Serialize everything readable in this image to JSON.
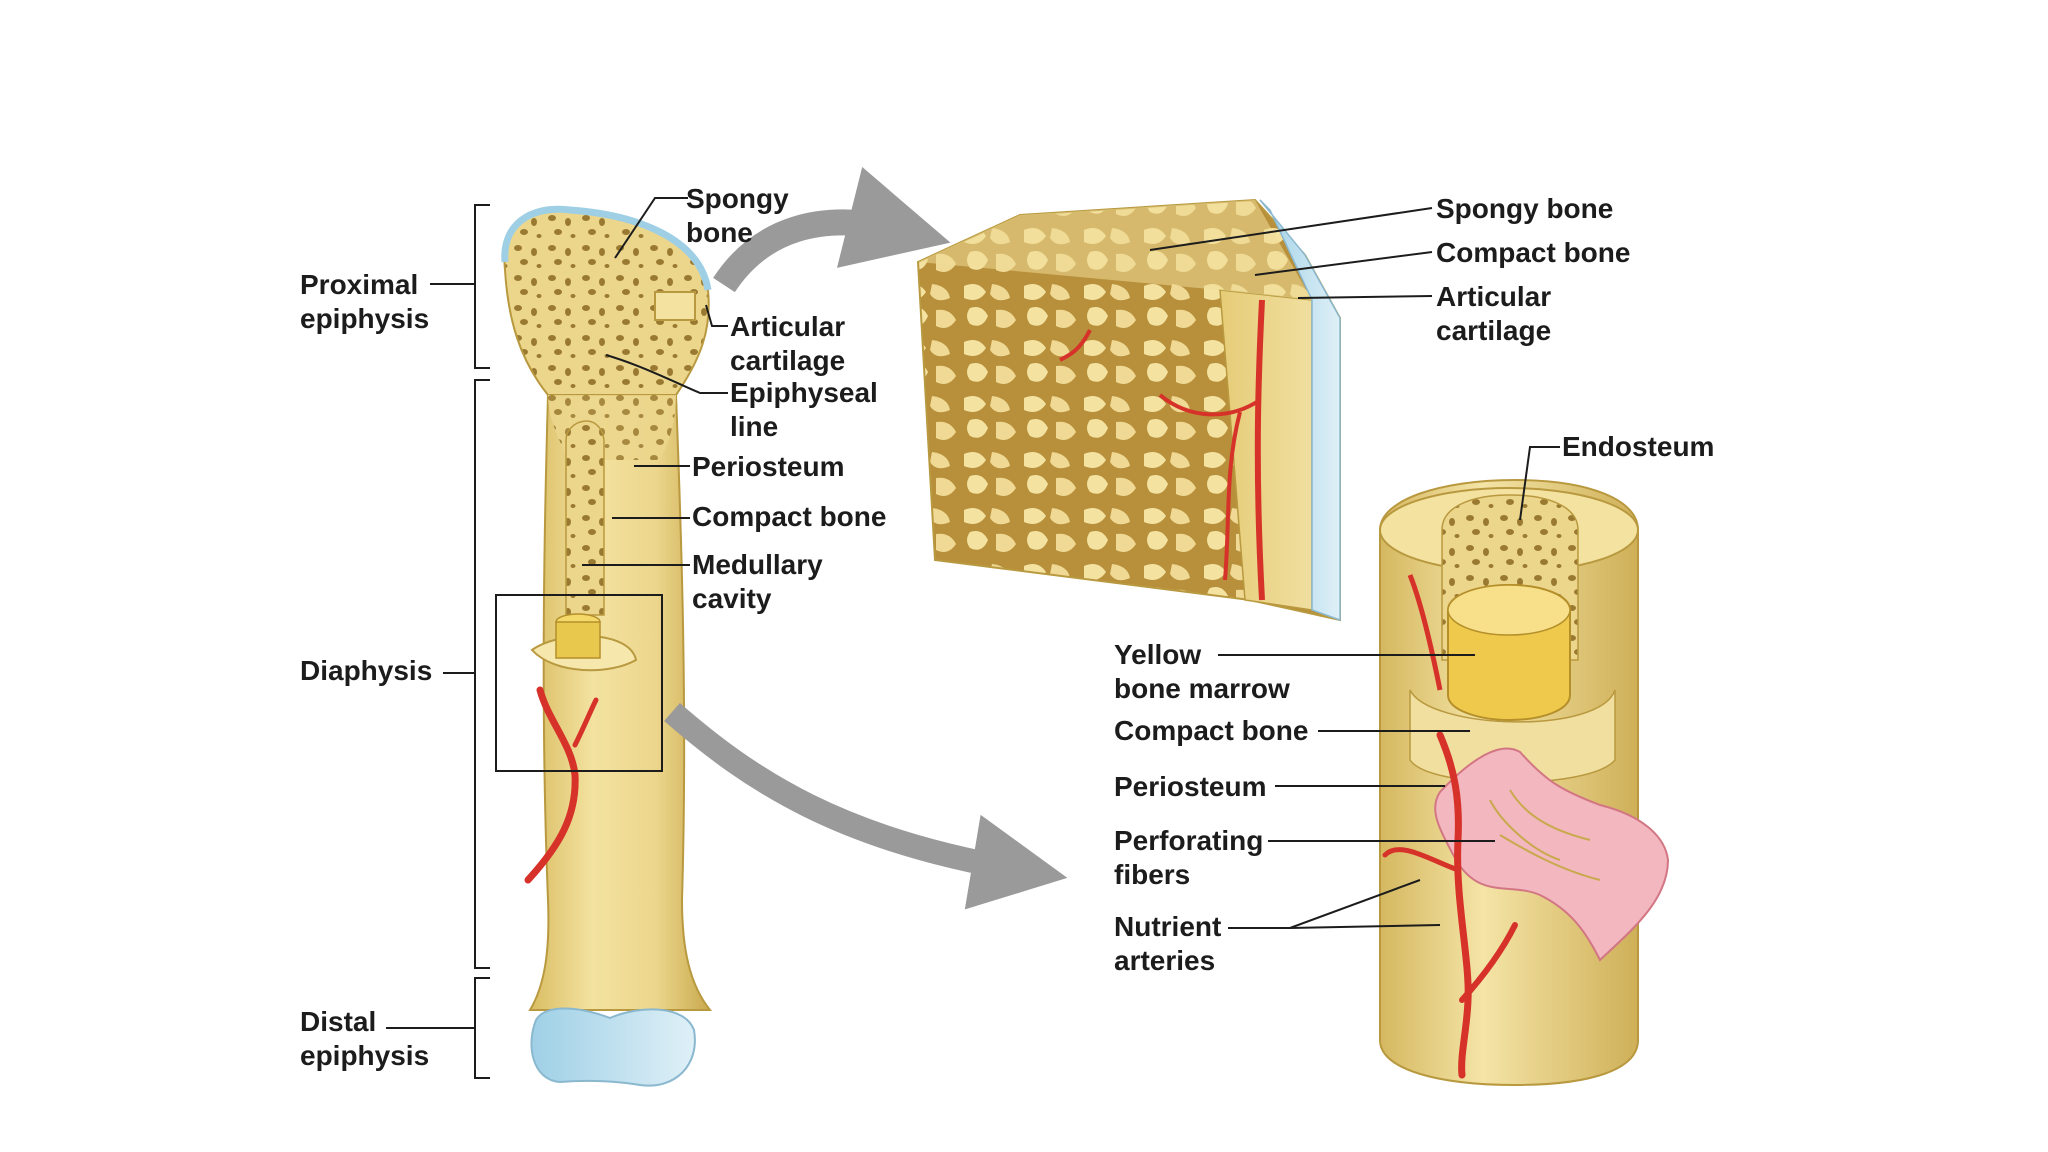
{
  "colors": {
    "bone": "#ecd68c",
    "bone_dark": "#c9a94e",
    "spongy_hole": "#9a7a30",
    "cartilage": "#bfe0ee",
    "artery": "#d6322a",
    "periosteum": "#f0a2ae",
    "arrow": "#9a9a9a",
    "label": "#1c1c1c"
  },
  "labels": {
    "spongy_bone_top": [
      "Spongy",
      "bone"
    ],
    "articular_cartilage_left": [
      "Articular",
      "cartilage"
    ],
    "epiphyseal_line": [
      "Epiphyseal",
      "line"
    ],
    "periosteum_left": "Periosteum",
    "compact_bone_left": "Compact bone",
    "medullary_cavity": [
      "Medullary",
      "cavity"
    ],
    "proximal_epiphysis": [
      "Proximal",
      "epiphysis"
    ],
    "diaphysis": "Diaphysis",
    "distal_epiphysis": [
      "Distal",
      "epiphysis"
    ],
    "spongy_bone_right": "Spongy bone",
    "compact_bone_right_top": "Compact bone",
    "articular_cartilage_right": [
      "Articular",
      "cartilage"
    ],
    "endosteum": "Endosteum",
    "yellow_bone_marrow": [
      "Yellow",
      "bone marrow"
    ],
    "compact_bone_right": "Compact bone",
    "periosteum_right": "Periosteum",
    "perforating_fibers": [
      "Perforating",
      "fibers"
    ],
    "nutrient_arteries": [
      "Nutrient",
      "arteries"
    ]
  }
}
